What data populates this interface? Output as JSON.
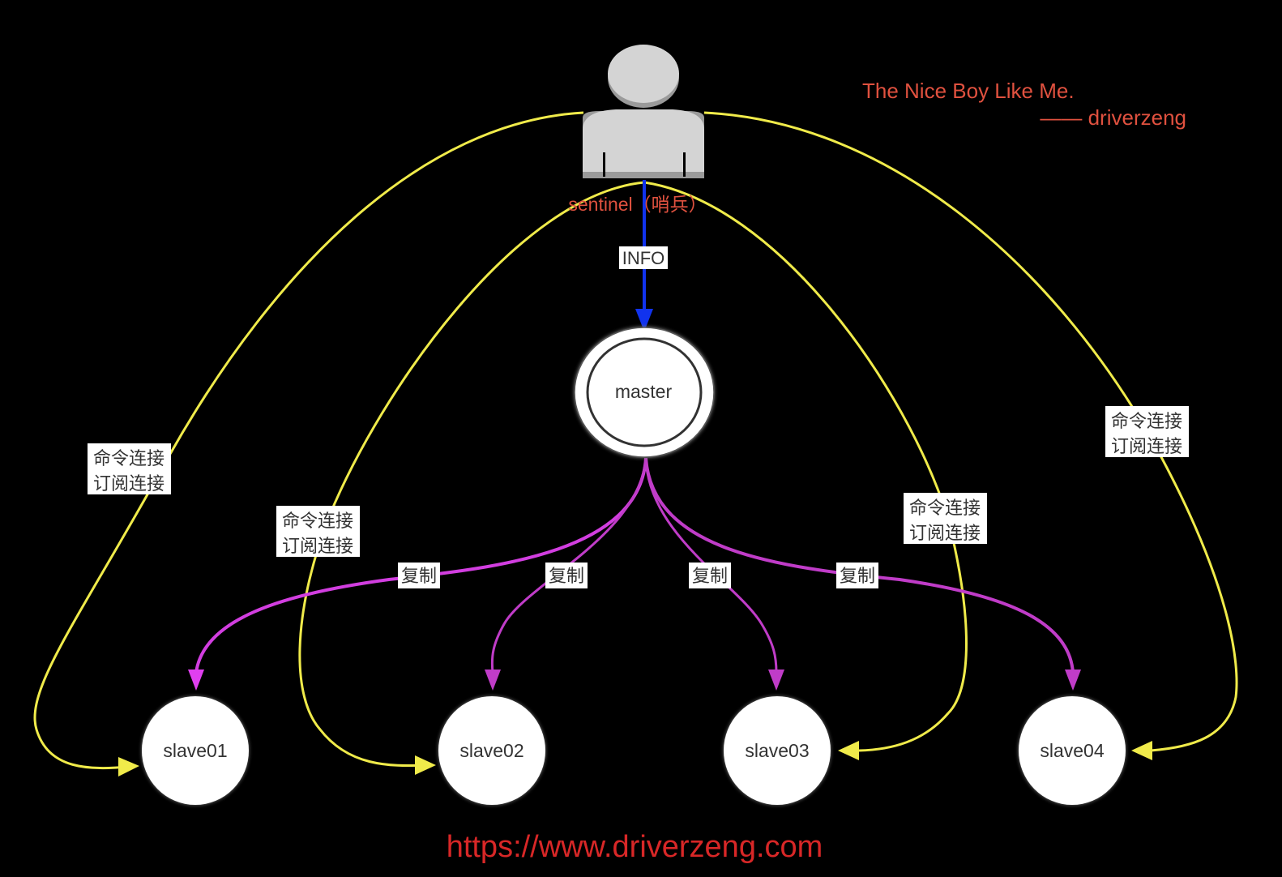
{
  "colors": {
    "background": "#000000",
    "sentinel_links": "#f0eb4a",
    "info_link": "#1133ee",
    "replication_links": "#c03cc8",
    "node_fill": "#ffffff",
    "person_icon": "#d4d4d4",
    "caption": "#e0513f",
    "watermark": "#d82727"
  },
  "sentinel": {
    "icon": "person-icon",
    "label": "sentinel（哨兵）"
  },
  "master": {
    "label": "master"
  },
  "info_edge": {
    "label": "INFO"
  },
  "slaves": [
    {
      "id": "slave01",
      "label": "slave01"
    },
    {
      "id": "slave02",
      "label": "slave02"
    },
    {
      "id": "slave03",
      "label": "slave03"
    },
    {
      "id": "slave04",
      "label": "slave04"
    }
  ],
  "replication_edges": [
    {
      "to": "slave01",
      "label": "复制"
    },
    {
      "to": "slave02",
      "label": "复制"
    },
    {
      "to": "slave03",
      "label": "复制"
    },
    {
      "to": "slave04",
      "label": "复制"
    }
  ],
  "sentinel_edges": [
    {
      "to": "slave01",
      "label_line1": "命令连接",
      "label_line2": "订阅连接"
    },
    {
      "to": "slave02",
      "label_line1": "命令连接",
      "label_line2": "订阅连接"
    },
    {
      "to": "slave03",
      "label_line1": "命令连接",
      "label_line2": "订阅连接"
    },
    {
      "to": "slave04",
      "label_line1": "命令连接",
      "label_line2": "订阅连接"
    }
  ],
  "caption": {
    "line1": "The Nice Boy Like Me.",
    "line2": "—— driverzeng"
  },
  "watermark": "https://www.driverzeng.com"
}
